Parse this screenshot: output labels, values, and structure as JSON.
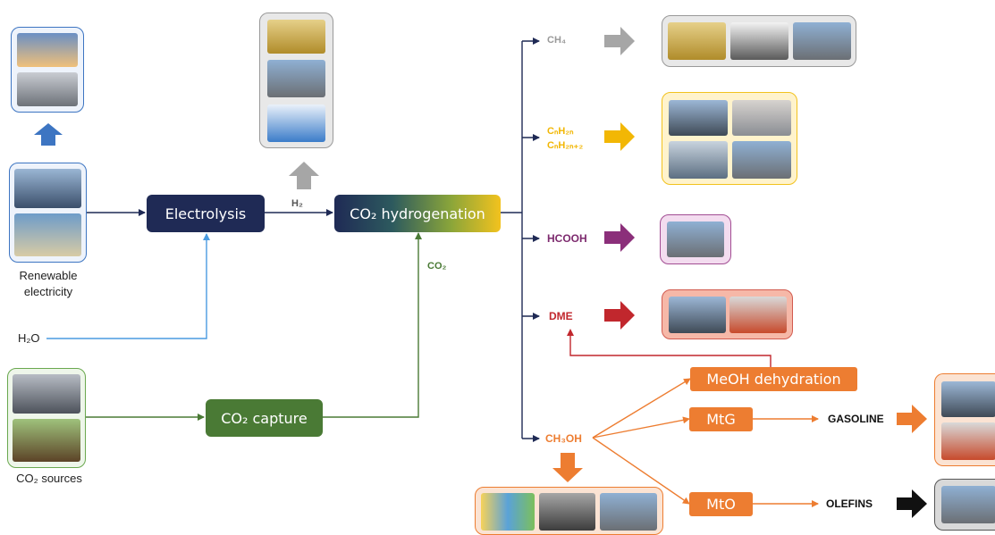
{
  "nodes": {
    "electrolysis": "Electrolysis",
    "co2_hydrogenation": "CO₂ hydrogenation",
    "co2_capture": "CO₂ capture",
    "meoh_dehydration": "MeOH dehydration",
    "mtg": "MtG",
    "mto": "MtO"
  },
  "labels": {
    "renewable_line1": "Renewable",
    "renewable_line2": "electricity",
    "h2o": "H₂O",
    "co2_sources": "CO₂ sources",
    "h2": "H₂",
    "co2": "CO₂",
    "ch4": "CH₄",
    "cnh2n": "CₙH₂ₙ",
    "cnh2n2": "CₙH₂ₙ₊₂",
    "hcooh": "HCOOH",
    "dme": "DME",
    "ch3oh": "CH₃OH",
    "gasoline": "GASOLINE",
    "olefins": "OLEFINS"
  },
  "colors": {
    "navy": "#1f2a55",
    "green": "#4a7a35",
    "orange": "#ed7d31",
    "gold": "#f2b705",
    "purple": "#7d2a6e",
    "red": "#c1272d",
    "gray": "#9a9a9a",
    "blue": "#3d75c2"
  }
}
